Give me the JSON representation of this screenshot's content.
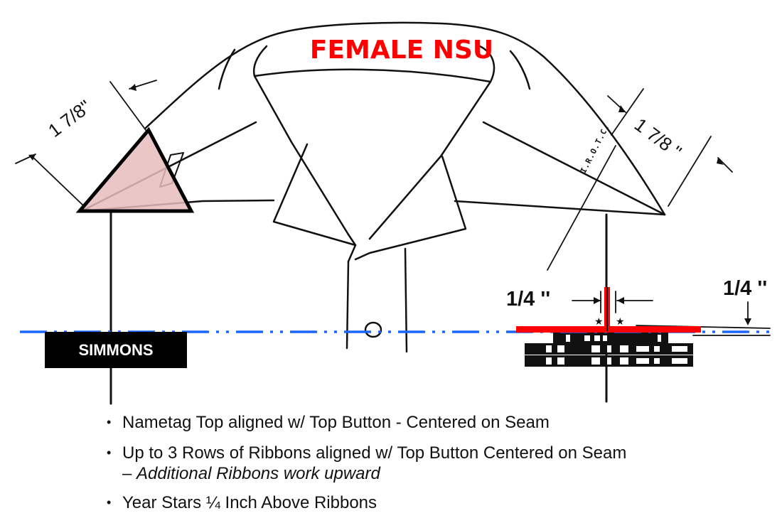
{
  "title": "FEMALE NSU",
  "dimensions": {
    "collar_left": "1 7/8\"",
    "collar_right": "1 7/8 \"",
    "star_gap": "1/4 ''",
    "stars_above_ribbons": "1/4 ''"
  },
  "nametag": {
    "text": "SIMMONS"
  },
  "collar_insignia_text": "I.R.O.T.C.",
  "colors": {
    "title": "#ff0000",
    "highlight_triangle_fill": "#e6bcbc",
    "alignment_line": "#1a66ff",
    "star_marker": "#ff0000",
    "line": "#111111"
  },
  "bullets": [
    {
      "text": "Nametag Top aligned w/ Top Button - Centered on Seam",
      "italic": ""
    },
    {
      "text": "Up to 3 Rows of Ribbons aligned w/ Top Button Centered on Seam – ",
      "italic": "Additional Ribbons work upward"
    },
    {
      "text": "Year Stars ¼ Inch Above Ribbons",
      "italic": ""
    }
  ]
}
